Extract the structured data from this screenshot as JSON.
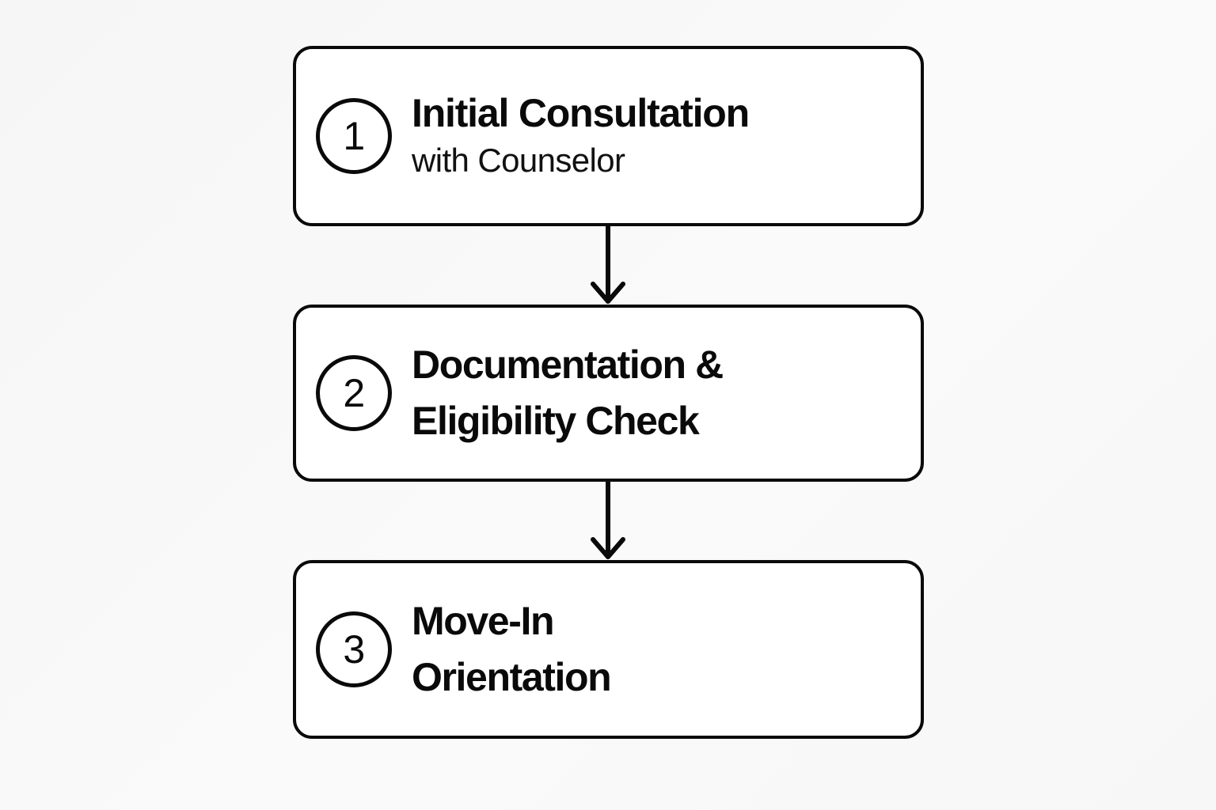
{
  "diagram": {
    "type": "vertical-flowchart",
    "background_color": "#f7f7f7",
    "box_fill_color": "#ffffff",
    "stroke_color": "#0a0a0a",
    "steps": [
      {
        "number": "1",
        "title": "Initial Consultation",
        "subtitle": "with Counselor",
        "title_lines": [
          "Initial Consultation"
        ]
      },
      {
        "number": "2",
        "title": "Documentation & Eligibility Check",
        "subtitle": "",
        "title_lines": [
          "Documentation &",
          "Eligibility Check"
        ]
      },
      {
        "number": "3",
        "title": "Move-In Orientation",
        "subtitle": "",
        "title_lines": [
          "Move-In",
          "Orientation"
        ]
      }
    ],
    "connectors": [
      {
        "from": "1",
        "to": "2",
        "direction": "down"
      },
      {
        "from": "2",
        "to": "3",
        "direction": "down"
      }
    ]
  }
}
